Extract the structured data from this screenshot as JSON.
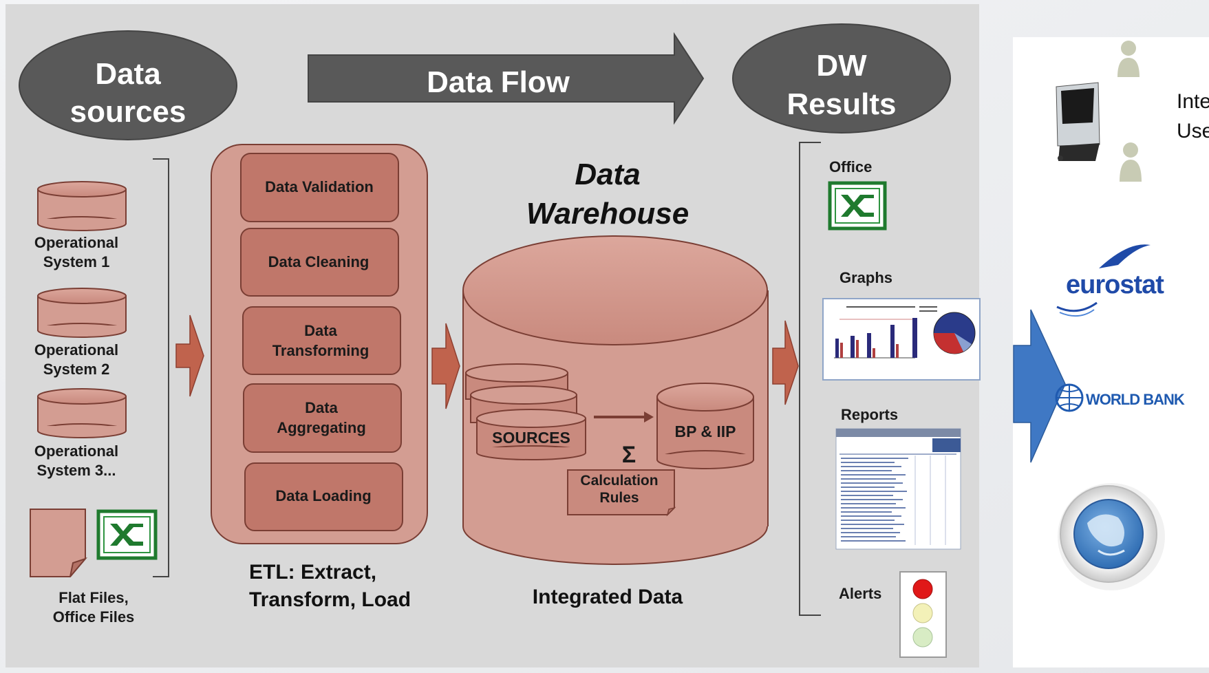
{
  "header": {
    "sources_title_line1": "Data",
    "sources_title_line2": "sources",
    "flow_label": "Data Flow",
    "results_title_line1": "DW",
    "results_title_line2": "Results"
  },
  "sources": {
    "op1_line1": "Operational",
    "op1_line2": "System  1",
    "op2_line1": "Operational",
    "op2_line2": "System  2",
    "op3_line1": "Operational",
    "op3_line2": "System  3...",
    "flat_line1": "Flat Files,",
    "flat_line2": "Office Files"
  },
  "etl": {
    "steps": [
      {
        "line1": "Data Validation",
        "line2": ""
      },
      {
        "line1": "Data Cleaning",
        "line2": ""
      },
      {
        "line1": "Data",
        "line2": "Transforming"
      },
      {
        "line1": "Data",
        "line2": "Aggregating"
      },
      {
        "line1": "Data Loading",
        "line2": ""
      }
    ],
    "caption_line1": "ETL: Extract,",
    "caption_line2": "Transform, Load"
  },
  "warehouse": {
    "title_line1": "Data",
    "title_line2": "Warehouse",
    "sources_label": "SOURCES",
    "bp_label": "BP & IIP",
    "sigma": "Σ",
    "rules_line1": "Calculation",
    "rules_line2": "Rules",
    "caption": "Integrated Data"
  },
  "results": {
    "office_label": "Office",
    "graphs_label": "Graphs",
    "reports_label": "Reports",
    "alerts_label": "Alerts"
  },
  "users": {
    "label_line1": "Inte",
    "label_line2": "Use",
    "eurostat_label": "eurostat",
    "worldbank_label": "WORLD BANK"
  },
  "colors": {
    "node_fill": "#c98a7e",
    "node_fill_light": "#d39d92",
    "node_stroke": "#7a3e34",
    "panel_bg": "#d9d9d9",
    "title_ellipse": "#595959",
    "arrow_red": "#c0634d",
    "arrow_blue": "#3f78c4"
  }
}
